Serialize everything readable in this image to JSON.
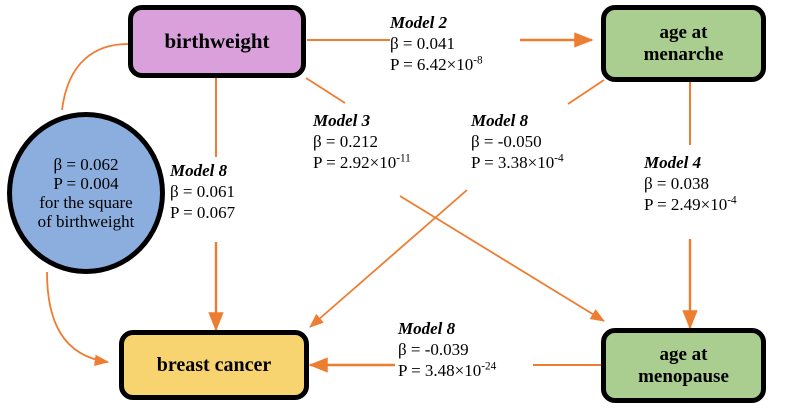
{
  "figure": {
    "type": "path-diagram",
    "background": "#ffffff",
    "edge_color": "#ED7D31",
    "node_border_color": "#000000"
  },
  "nodes": [
    {
      "id": "birthweight",
      "label": "birthweight",
      "shape": "rounded-rect",
      "fill": "#D9A0DC"
    },
    {
      "id": "age-at-menarche",
      "label": "age at\nmenarche",
      "shape": "rounded-rect",
      "fill": "#A9CE8F"
    },
    {
      "id": "breast-cancer",
      "label": "breast cancer",
      "shape": "rounded-rect",
      "fill": "#F8D470"
    },
    {
      "id": "age-at-menopause",
      "label": "age at\nmenopause",
      "shape": "rounded-rect",
      "fill": "#A9CE8F"
    },
    {
      "id": "birthweight-square",
      "shape": "ellipse",
      "fill": "#8CAEDE",
      "lines": [
        "β = 0.062",
        "P = 0.004",
        "for the square",
        "of birthweight"
      ],
      "beta": "0.062",
      "p": "0.004"
    }
  ],
  "edges": [
    {
      "id": "birthweight-to-menarche",
      "from": "birthweight",
      "to": "age-at-menarche",
      "model": "Model 2",
      "beta_text": "β = 0.041",
      "p_base": "P = 6.42×10",
      "p_exp": "-8"
    },
    {
      "id": "birthweight-to-menopause",
      "from": "birthweight",
      "to": "age-at-menopause",
      "model": "Model 3",
      "beta_text": "β = 0.212",
      "p_base": "P = 2.92×10",
      "p_exp": "-11"
    },
    {
      "id": "menarche-to-breast-cancer",
      "from": "age-at-menarche",
      "to": "breast-cancer",
      "model": "Model 8",
      "beta_text": "β = -0.050",
      "p_base": "P = 3.38×10",
      "p_exp": "-4"
    },
    {
      "id": "menarche-to-menopause",
      "from": "age-at-menarche",
      "to": "age-at-menopause",
      "model": "Model 4",
      "beta_text": "β = 0.038",
      "p_base": "P = 2.49×10",
      "p_exp": "-4"
    },
    {
      "id": "birthweight-to-breast-cancer",
      "from": "birthweight",
      "to": "breast-cancer",
      "model": "Model 8",
      "beta_text": "β = 0.061",
      "p_base": "P = 0.067",
      "p_exp": ""
    },
    {
      "id": "menopause-to-breast-cancer",
      "from": "age-at-menopause",
      "to": "breast-cancer",
      "model": "Model 8",
      "beta_text": "β = -0.039",
      "p_base": "P = 3.48×10",
      "p_exp": "-24"
    },
    {
      "id": "birthweight-to-square",
      "from": "birthweight",
      "to": "birthweight-square",
      "model": "",
      "beta_text": "",
      "p_base": "",
      "p_exp": ""
    },
    {
      "id": "square-to-breast-cancer",
      "from": "birthweight-square",
      "to": "breast-cancer",
      "model": "",
      "beta_text": "",
      "p_base": "",
      "p_exp": ""
    }
  ]
}
